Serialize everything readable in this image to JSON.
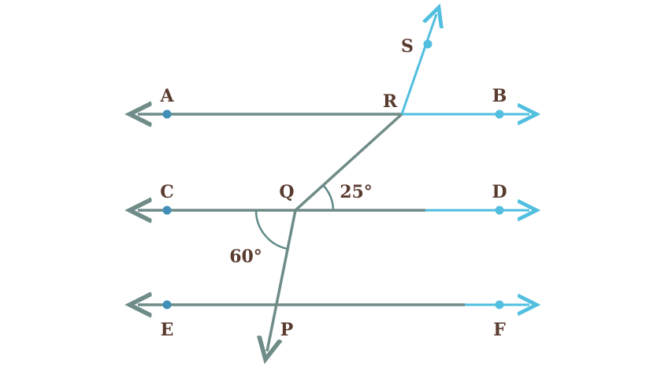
{
  "diagram": {
    "points": {
      "A": "A",
      "B": "B",
      "C": "C",
      "D": "D",
      "E": "E",
      "F": "F",
      "P": "P",
      "Q": "Q",
      "R": "R",
      "S": "S"
    },
    "angles": {
      "angle_RQD": "25°",
      "angle_CQP": "60°"
    },
    "colors": {
      "line": "#6f8c88",
      "accent": "#52bfe0",
      "label": "#5a3b2f"
    }
  }
}
